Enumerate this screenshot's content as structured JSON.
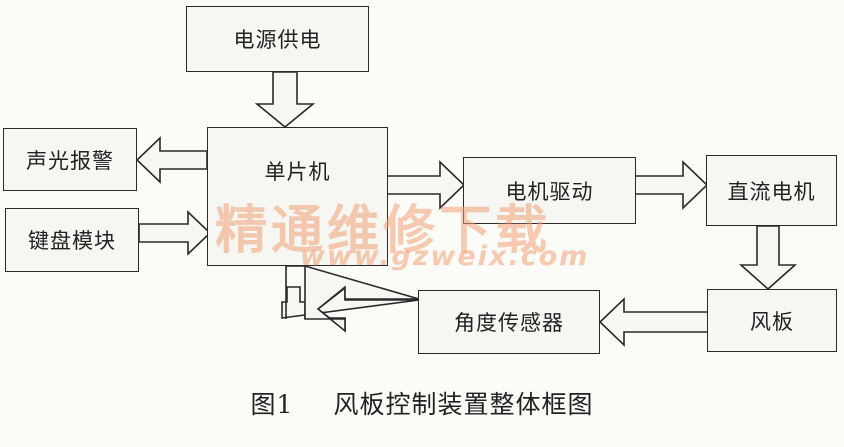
{
  "blocks": {
    "power": "电源供电",
    "alarm": "声光报警",
    "keypad": "键盘模块",
    "mcu": "单片机",
    "motor_driver": "电机驱动",
    "dc_motor": "直流电机",
    "angle_sensor": "角度传感器",
    "wind_plate": "风板"
  },
  "watermark": {
    "cn": "精通维修下载",
    "url": "www.gzweix.com"
  },
  "caption": {
    "number": "图1",
    "title": "风板控制装置整体框图"
  }
}
